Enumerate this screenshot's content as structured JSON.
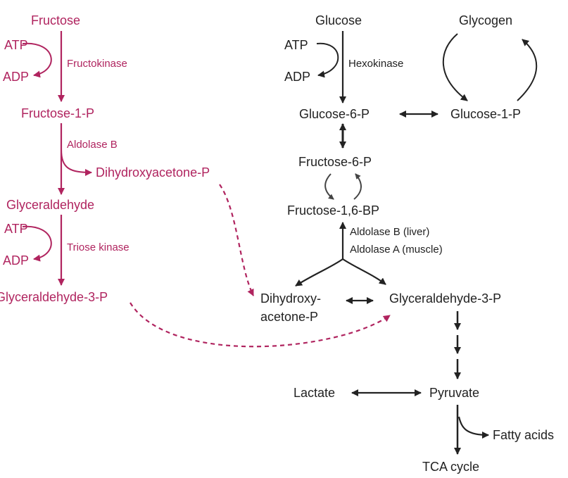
{
  "colors": {
    "fructose_pathway": "#b0245f",
    "glucose_pathway": "#222222"
  },
  "fructose_pathway": {
    "fructose": "Fructose",
    "atp_1": "ATP",
    "adp_1": "ADP",
    "fructokinase": "Fructokinase",
    "fructose_1_p": "Fructose-1-P",
    "aldolase_b": "Aldolase B",
    "dihydroxyacetone_p": "Dihydroxyacetone-P",
    "glyceraldehyde": "Glyceraldehyde",
    "atp_2": "ATP",
    "adp_2": "ADP",
    "triose_kinase": "Triose kinase",
    "glyceraldehyde_3_p": "Glyceraldehyde-3-P"
  },
  "glucose_pathway": {
    "glucose": "Glucose",
    "atp": "ATP",
    "adp": "ADP",
    "hexokinase": "Hexokinase",
    "glycogen": "Glycogen",
    "glucose_6_p": "Glucose-6-P",
    "glucose_1_p": "Glucose-1-P",
    "fructose_6_p": "Fructose-6-P",
    "fructose_1_6_bp": "Fructose-1,6-BP",
    "aldolase_b_liver": "Aldolase B (liver)",
    "aldolase_a_muscle": "Aldolase A (muscle)",
    "dihydroxy": "Dihydroxy-",
    "acetone_p": "acetone-P",
    "glyceraldehyde_3_p": "Glyceraldehyde-3-P",
    "lactate": "Lactate",
    "pyruvate": "Pyruvate",
    "fatty_acids": "Fatty acids",
    "tca_cycle": "TCA cycle"
  }
}
